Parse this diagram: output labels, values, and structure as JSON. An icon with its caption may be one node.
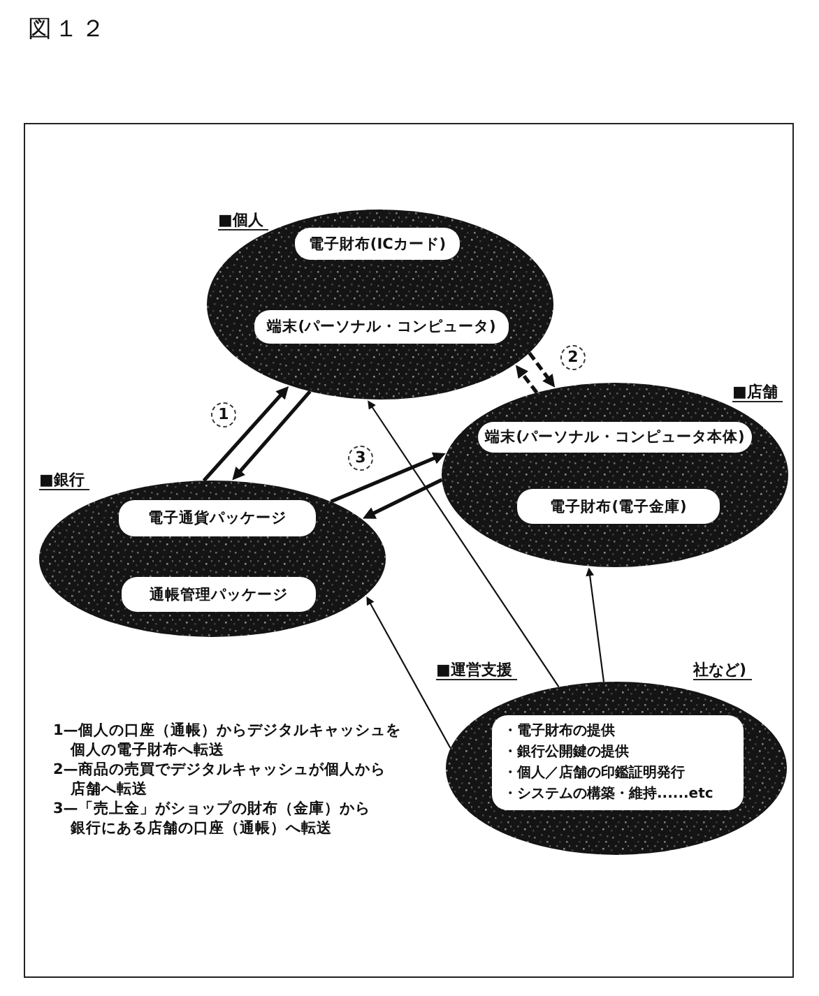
{
  "diagram": {
    "title": "図１２",
    "nodes": [
      {
        "text": [
          "■個人"
        ]
      },
      {
        "text": [
          "電子財布(ICカード)"
        ],
        "in": 0
      },
      {
        "text": [
          "端末(パーソナル・コンピュータ)"
        ],
        "in": 0
      },
      {
        "text": [
          "■店舗"
        ]
      },
      {
        "text": [
          "端末(パーソナル・コンピュータ本体)"
        ],
        "in": 3
      },
      {
        "text": [
          "電子財布(電子金庫)"
        ],
        "in": 3
      },
      {
        "text": [
          "■銀行"
        ]
      },
      {
        "text": [
          "電子通貨パッケージ"
        ],
        "in": 6
      },
      {
        "text": [
          "通帳管理パッケージ"
        ],
        "in": 6
      },
      {
        "text": [
          "■運営支援",
          "社など)"
        ]
      },
      {
        "text": [
          "・電子財布の提供",
          "・銀行公開鍵の提供",
          "・個人／店舗の印鑑証明発行",
          "・システムの構築・維持......etc"
        ],
        "in": 9
      }
    ],
    "edges": [
      {
        "from": 6,
        "to": 0,
        "arrow": "to"
      },
      {
        "from": 0,
        "to": 6,
        "arrow": "to"
      },
      {
        "from": 3,
        "to": 0,
        "arrow": "to",
        "style": "dashed"
      },
      {
        "from": 0,
        "to": 3,
        "arrow": "to",
        "style": "dashed"
      },
      {
        "from": 6,
        "to": 3,
        "arrow": "to"
      },
      {
        "from": 3,
        "to": 6,
        "arrow": "to"
      },
      {
        "from": 9,
        "to": 0,
        "arrow": "to"
      },
      {
        "from": 9,
        "to": 6,
        "arrow": "to"
      },
      {
        "from": 9,
        "to": 3,
        "arrow": "to"
      }
    ],
    "labels": [
      "2",
      "1",
      "3",
      "1—個人の口座（通帳）からデジタルキャッシュを個人の電子財布へ転送",
      "2—商品の売買でデジタルキャッシュが個人から店舗へ転送",
      "3—「売上金」がショップの財布（金庫）から銀行にある店舗の口座（通帳）へ転送"
    ]
  }
}
